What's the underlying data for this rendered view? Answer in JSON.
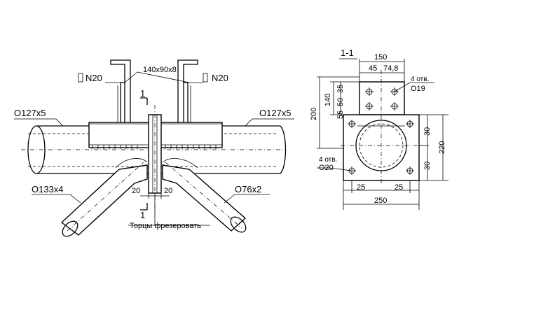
{
  "left_view": {
    "pipe_top_left": "О127х5",
    "pipe_top_right": "О127х5",
    "pipe_bottom_left": "О133х4",
    "pipe_bottom_right": "О76х2",
    "channel_left": "N20",
    "channel_right": "N20",
    "angle": "140х90х8",
    "section_mark_top": "1",
    "section_mark_bottom": "1",
    "dim_left": "20",
    "dim_right": "20",
    "note": "Торцы фрезеровать"
  },
  "section_view": {
    "title": "1-1",
    "dim_150": "150",
    "dim_45": "45",
    "dim_74_8": "74,8",
    "holes_top_count": "4 отв.",
    "holes_top_dia": "О19",
    "dim_35": "35",
    "dim_50": "50",
    "dim_55": "55",
    "dim_140": "140",
    "dim_200": "200",
    "dim_30a": "30",
    "dim_30b": "30",
    "dim_220": "220",
    "holes_bottom_count": "4 отв.",
    "holes_bottom_dia": "О20",
    "dim_25a": "25",
    "dim_25b": "25",
    "dim_250": "250"
  }
}
